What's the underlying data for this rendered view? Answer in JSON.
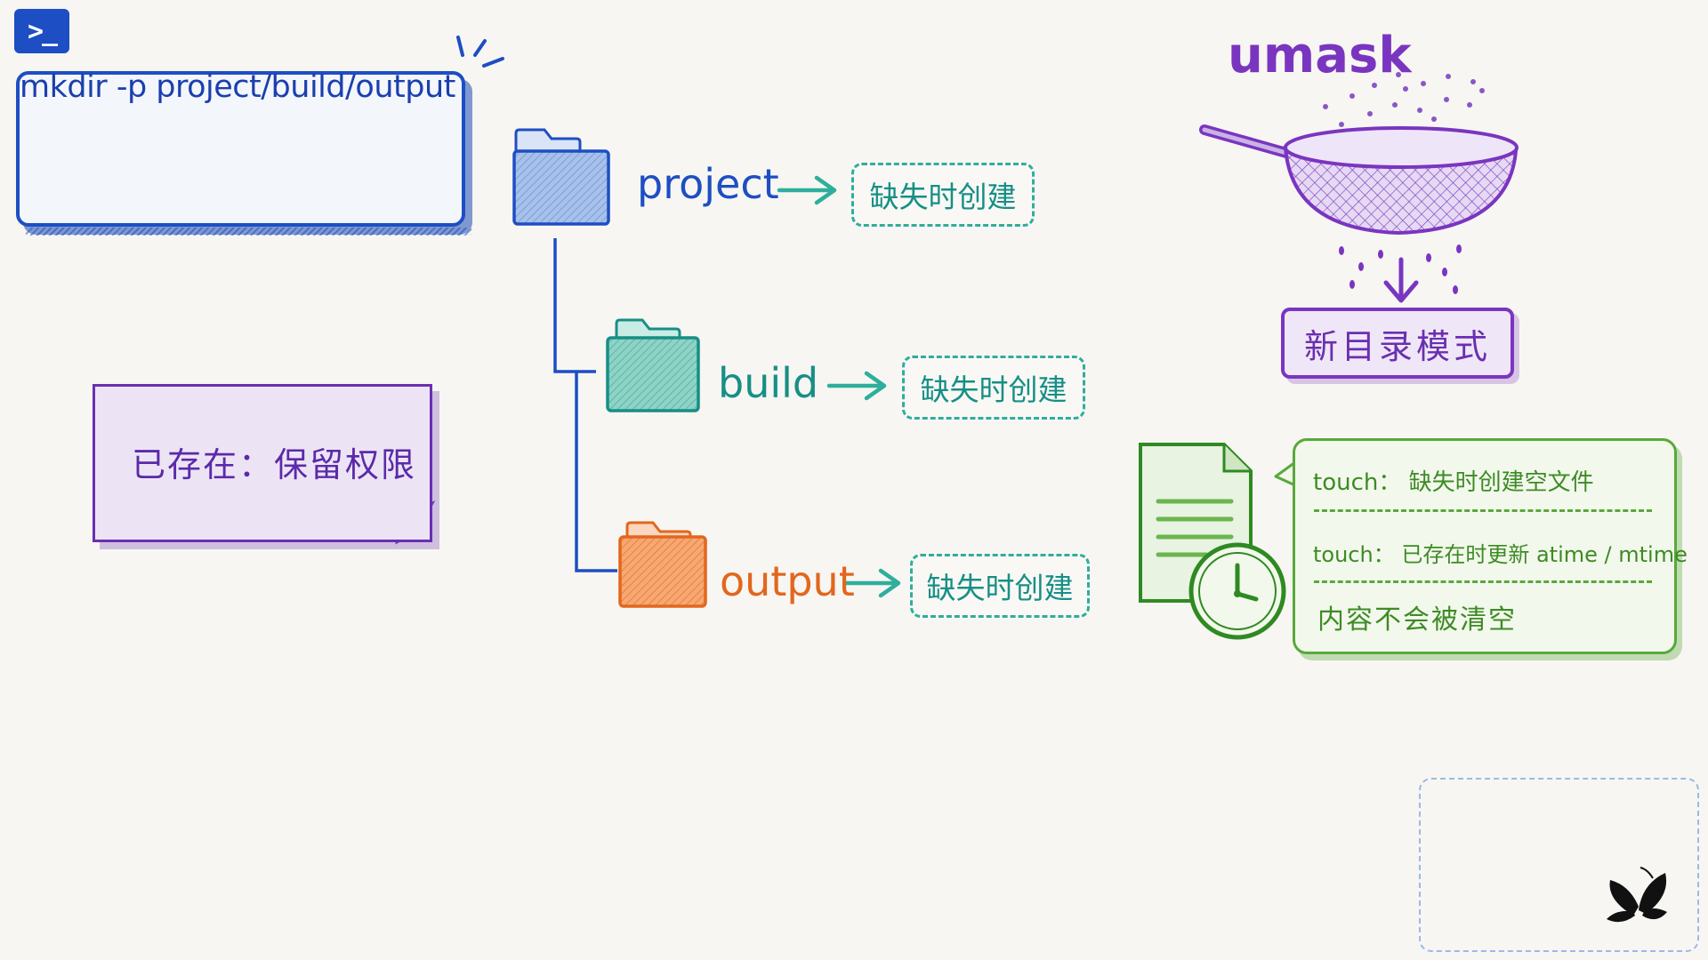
{
  "command": {
    "icon": "terminal-icon",
    "icon_label": ">_",
    "text": "mkdir -p project/build/output"
  },
  "folders": [
    {
      "name": "project",
      "status": "缺失时创建",
      "color": "#1d4ec3"
    },
    {
      "name": "build",
      "status": "缺失时创建",
      "color": "#178f86"
    },
    {
      "name": "output",
      "status": "缺失时创建",
      "color": "#e2671e"
    }
  ],
  "existing_note": "已存在：保留权限",
  "umask": {
    "title": "umask",
    "result": "新目录模式",
    "icon": "strainer-icon"
  },
  "touch": {
    "icon": "file-clock-icon",
    "lines": [
      "touch： 缺失时创建空文件",
      "touch： 已存在时更新 atime / mtime",
      "内容不会被清空"
    ]
  },
  "logo": "butterfly-logo-icon",
  "colors": {
    "blue": "#1d4ec3",
    "teal": "#2fae9c",
    "orange": "#e2671e",
    "purple": "#7a35c0",
    "green": "#58a93a"
  }
}
